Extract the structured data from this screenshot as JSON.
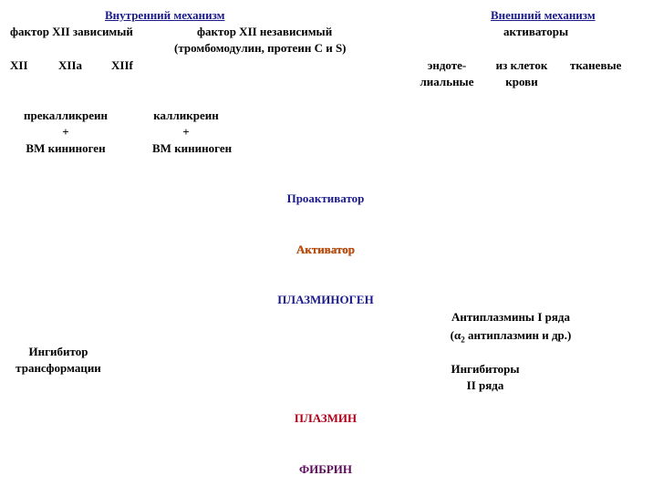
{
  "intrinsic": {
    "title": "Внутренний механизм",
    "dependent": "фактор XII зависимый",
    "independent": "фактор XII независимый",
    "independent_note": "(тромбомодулин, протеин C и S)",
    "factors": [
      "XII",
      "XIIa",
      "XIIf"
    ],
    "prekallikrein": "прекалликреин",
    "kallikrein": "калликреин",
    "plus": "+",
    "kininogen": "ВМ кининоген"
  },
  "extrinsic": {
    "title": "Внешний механизм",
    "activators": "активаторы",
    "endothelial_1": "эндоте-",
    "endothelial_2": "лиальные",
    "blood_cells_1": "из клеток",
    "blood_cells_2": "крови",
    "tissue": "тканевые"
  },
  "pathway": {
    "proactivator": "Проактиватор",
    "activator": "Активатор",
    "plasminogen": "ПЛАЗМИНОГЕН",
    "plasmin": "ПЛАЗМИН",
    "fibrin": "ФИБРИН"
  },
  "inhibitors": {
    "transformation_1": "Ингибитор",
    "transformation_2": "трансформации",
    "antiplasmins_1": "Антиплазмины I ряда",
    "antiplasmins_2_prefix": "(",
    "antiplasmins_2_alpha": "α",
    "antiplasmins_2_sub": "2",
    "antiplasmins_2_rest": " антиплазмин и др.)",
    "second_1": "Ингибиторы",
    "second_2": "II ряда"
  },
  "colors": {
    "heading_blue": "#1a1a8c",
    "activator_orange": "#c84b00",
    "plasmin_red": "#b00018",
    "fibrin_purple": "#5c0a5c"
  }
}
